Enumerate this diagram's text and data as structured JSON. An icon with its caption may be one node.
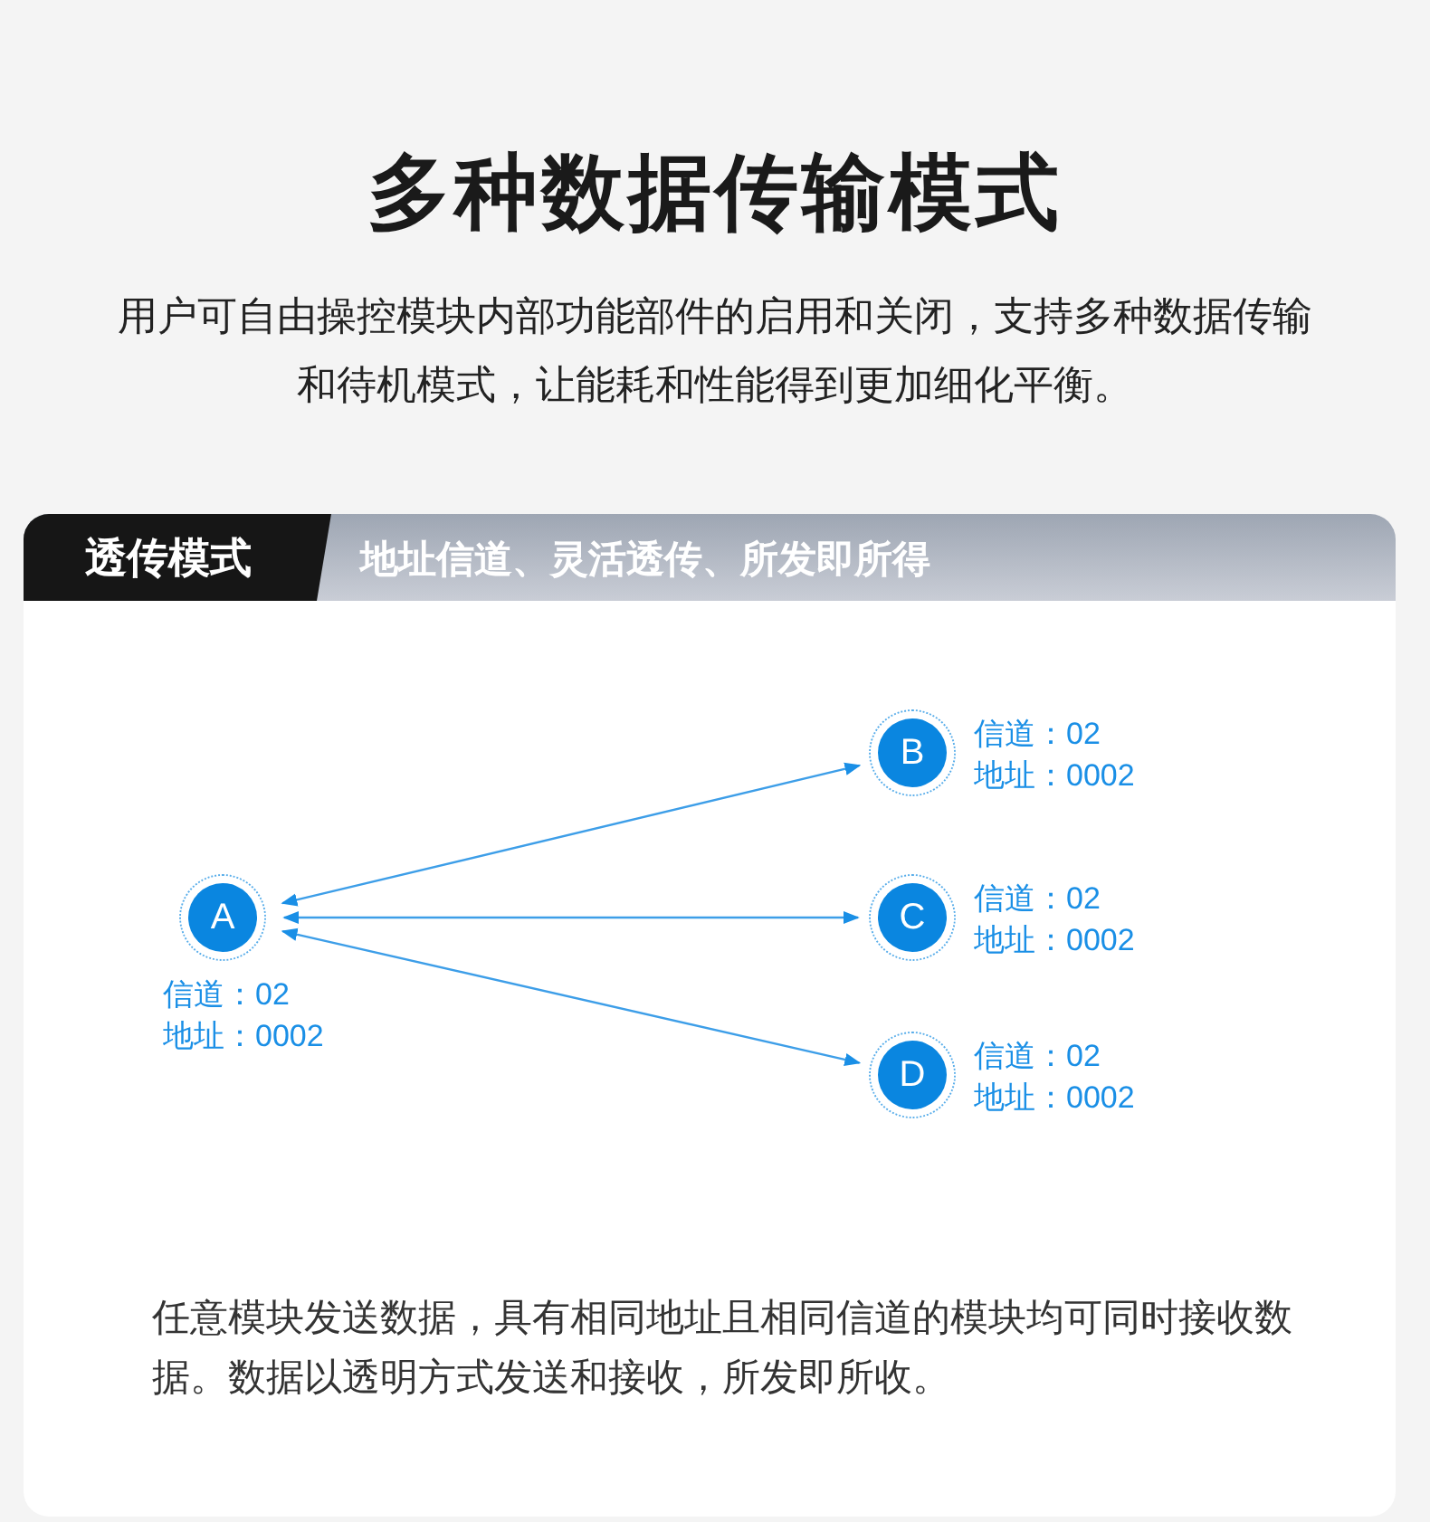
{
  "diagram": {
    "title": "多种数据传输模式",
    "nodes": [
      {
        "text": [
          "透传模式",
          "地址信道、灵活透传、所发即所得",
          "任意模块发送数据，具有相同地址且相同信道的模块均可同时接收数据。数据以透明方式发送和接收，所发即所收。"
        ]
      },
      {
        "text": [
          "A"
        ],
        "in": 0,
        "beside": [
          "信道：02",
          "地址：0002"
        ]
      },
      {
        "text": [
          "B"
        ],
        "in": 0,
        "beside": [
          "信道：02",
          "地址：0002"
        ]
      },
      {
        "text": [
          "C"
        ],
        "in": 0,
        "beside": [
          "信道：02",
          "地址：0002"
        ]
      },
      {
        "text": [
          "D"
        ],
        "in": 0,
        "beside": [
          "信道：02",
          "地址：0002"
        ]
      }
    ],
    "edges": [
      {
        "from": 1,
        "to": 2,
        "arrow": "both"
      },
      {
        "from": 1,
        "to": 3,
        "arrow": "both"
      },
      {
        "from": 1,
        "to": 4,
        "arrow": "both"
      }
    ],
    "labels": [
      "用户可自由操控模块内部功能部件的启用和关闭，支持多种数据传输和待机模式，让能耗和性能得到更加细化平衡。"
    ]
  }
}
